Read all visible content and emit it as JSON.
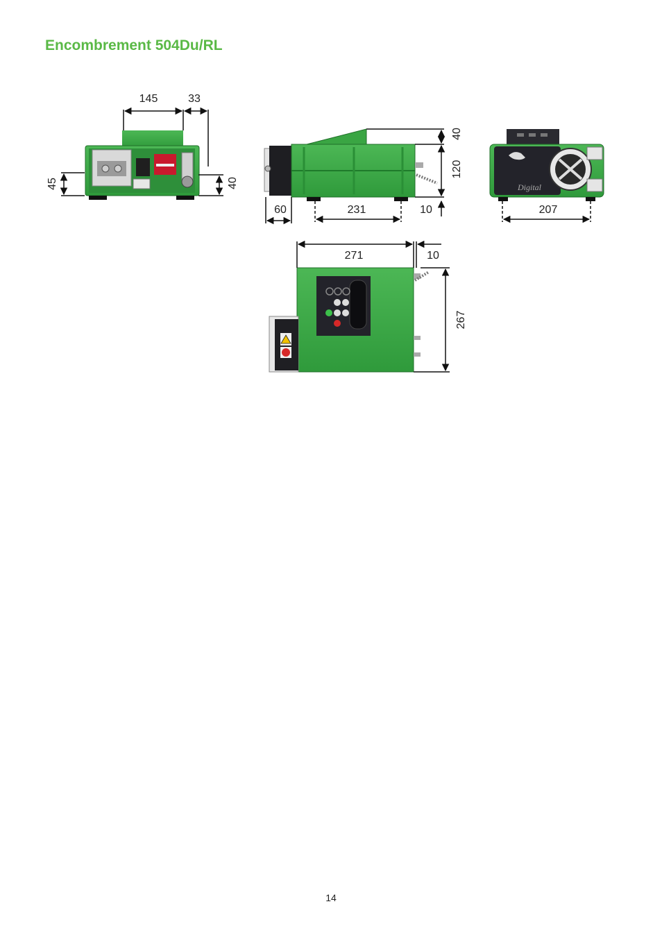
{
  "page": {
    "title": "Encombrement 504Du/RL",
    "page_number": "14"
  },
  "colors": {
    "title": "#5ab946",
    "pump_body": "#3aa543",
    "pump_dark": "#23232a",
    "dimension_line": "#111111"
  },
  "dimensions": {
    "rear_view": {
      "width_top": "145",
      "offset_right": "33",
      "height_left": "45",
      "height_right": "40"
    },
    "side_view": {
      "top_step": "40",
      "height": "120",
      "left_overhang": "60",
      "length": "231",
      "right_offset": "10"
    },
    "front_view": {
      "width": "207",
      "label": "Digital"
    },
    "top_view": {
      "length": "271",
      "offset": "10",
      "depth": "267"
    }
  },
  "icons": [
    "arrow-head-icon",
    "warning-triangle-icon",
    "no-entry-icon",
    "rhino-logo-icon"
  ]
}
